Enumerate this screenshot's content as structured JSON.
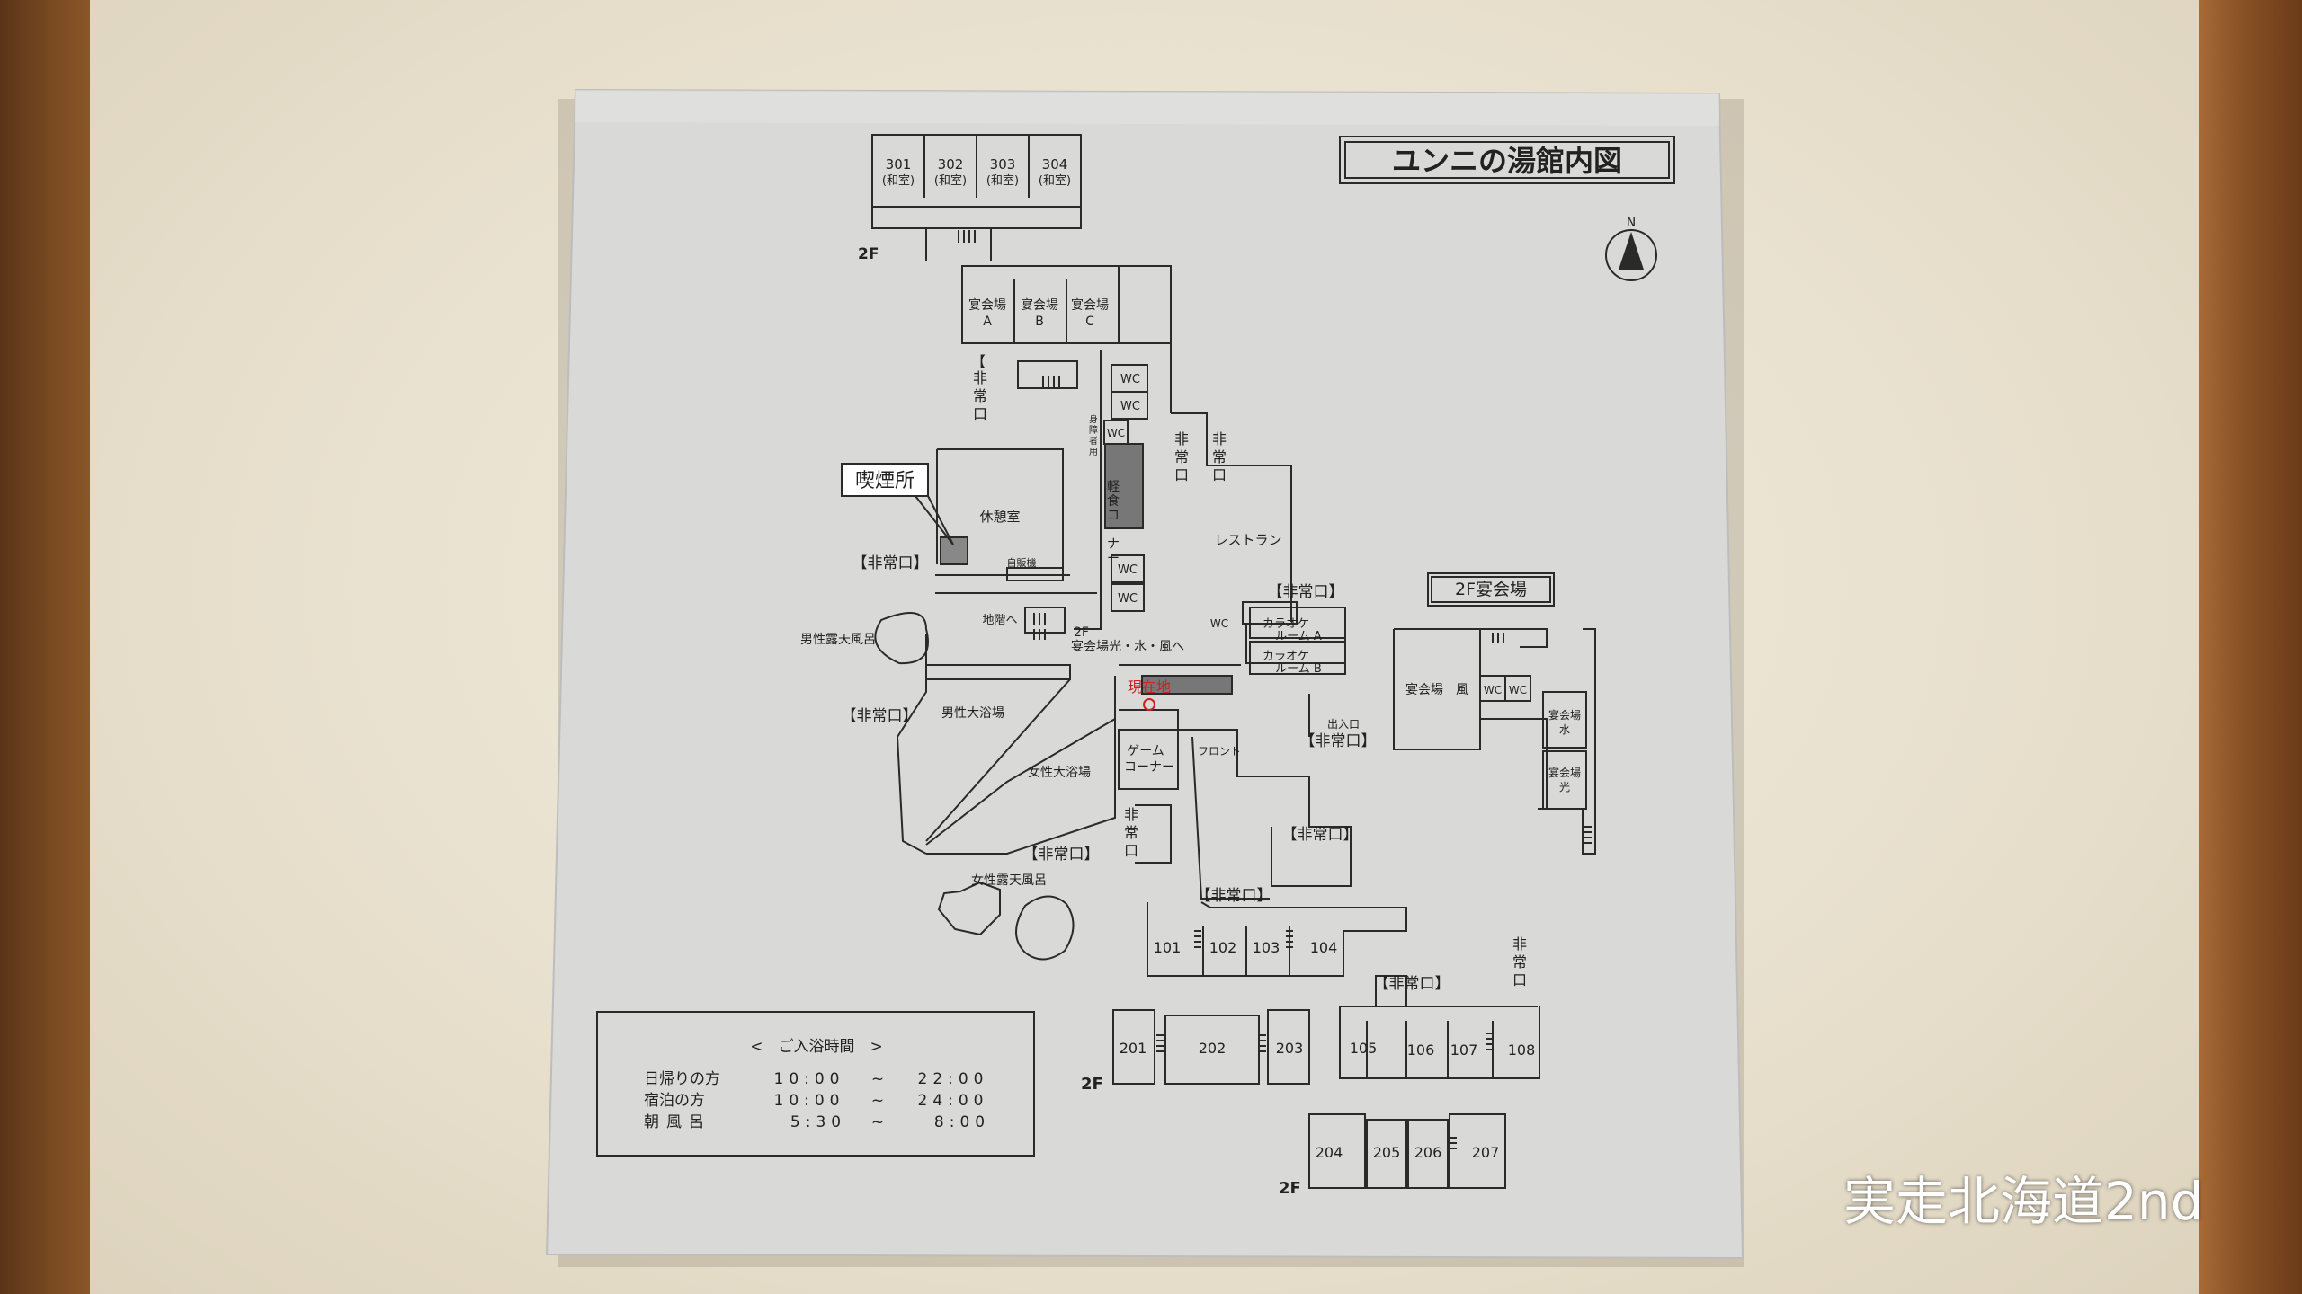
{
  "map": {
    "title": "ユンニの湯館内図",
    "north": "N",
    "floor_2f": "2F",
    "floor_2f_banquet": "2F宴会場",
    "smoking": "喫煙所",
    "emergency_exit": "【非常口】",
    "emergency_exit_v": [
      "非",
      "常",
      "口"
    ],
    "rooms_top": [
      "301",
      "302",
      "303",
      "304"
    ],
    "washitsu": "(和室)",
    "banquet_a": "宴会場",
    "banquet_a_letter": "A",
    "banquet_b_letter": "B",
    "banquet_c_letter": "C",
    "wc": "WC",
    "lounge": "休憩室",
    "vending": "自販機",
    "to_basement": "地階へ",
    "to_banquet": "宴会場光・水・風へ",
    "mens_outdoor": "男性露天風呂",
    "mens_bath": "男性大浴場",
    "womens_bath": "女性大浴場",
    "womens_outdoor": "女性露天風呂",
    "restaurant": "レストラン",
    "snack_corner": [
      "軽",
      "食",
      "コ",
      "ー",
      "ナ",
      "ー"
    ],
    "staff_only": [
      "身",
      "障",
      "者",
      "用"
    ],
    "karaoke_a1": "カラオケ",
    "karaoke_a2": "ルーム A",
    "karaoke_b1": "カラオケ",
    "karaoke_b2": "ルーム B",
    "current_location": "現在地",
    "game_corner1": "ゲーム",
    "game_corner2": "コーナー",
    "front": "フロント",
    "entrance": "出入口",
    "banquet_kaze": "宴会場　風",
    "banquet_mizu1": "宴会場",
    "banquet_mizu2": "水",
    "banquet_hikari1": "宴会場",
    "banquet_hikari2": "光",
    "rooms_1f_a": [
      "101",
      "102",
      "103",
      "104"
    ],
    "rooms_1f_b": [
      "105",
      "106",
      "107",
      "108"
    ],
    "rooms_2f_a": [
      "201",
      "202",
      "203"
    ],
    "rooms_2f_b": [
      "204",
      "205",
      "206",
      "207"
    ]
  },
  "hours": {
    "title": "<　ご入浴時間　>",
    "rows": [
      {
        "label": "日帰りの方",
        "start": "10:00",
        "tilde": "~",
        "end": "22:00"
      },
      {
        "label": "宿泊の方",
        "start": "10:00",
        "tilde": "~",
        "end": "24:00"
      },
      {
        "label": "朝風呂",
        "start": "5:30",
        "tilde": "~",
        "end": "8:00"
      }
    ]
  },
  "watermark": "実走北海道2nd",
  "colors": {
    "current_location": "#cc2222",
    "board": "#dcdcdc",
    "ink": "#222222"
  }
}
